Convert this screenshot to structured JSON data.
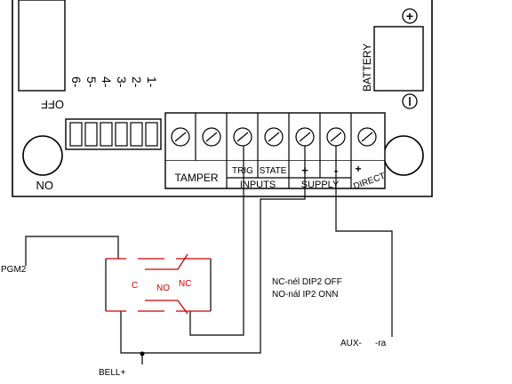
{
  "board": {
    "dip_numbers": [
      "1-",
      "2-",
      "3-",
      "4-",
      "5-",
      "6-"
    ],
    "off_label": "OFF",
    "on_label": "ON",
    "battery_label": "BATTERY",
    "battery_plus": "+",
    "battery_minus": "−"
  },
  "terminals": {
    "tamper": "TAMPER",
    "trig": "TRIG",
    "state": "STATE",
    "inputs": "INPUTS",
    "supply_plus": "+",
    "supply_minus": "-",
    "supply": "SUPPLY",
    "direct_plus": "+",
    "direct": "DIRECT"
  },
  "relay": {
    "c": "C",
    "no": "NO",
    "nc": "NC"
  },
  "notes": {
    "pgm2": "PGM2",
    "dip_line1": "NC-nél DIP2 OFF",
    "dip_line2": "NO-nál IP2 ONN",
    "aux": "AUX-",
    "ra": "-ra",
    "bell": "BELL+"
  },
  "colors": {
    "line": "#000000",
    "relay": "#cc0000",
    "board_bg": "#ffffff"
  }
}
